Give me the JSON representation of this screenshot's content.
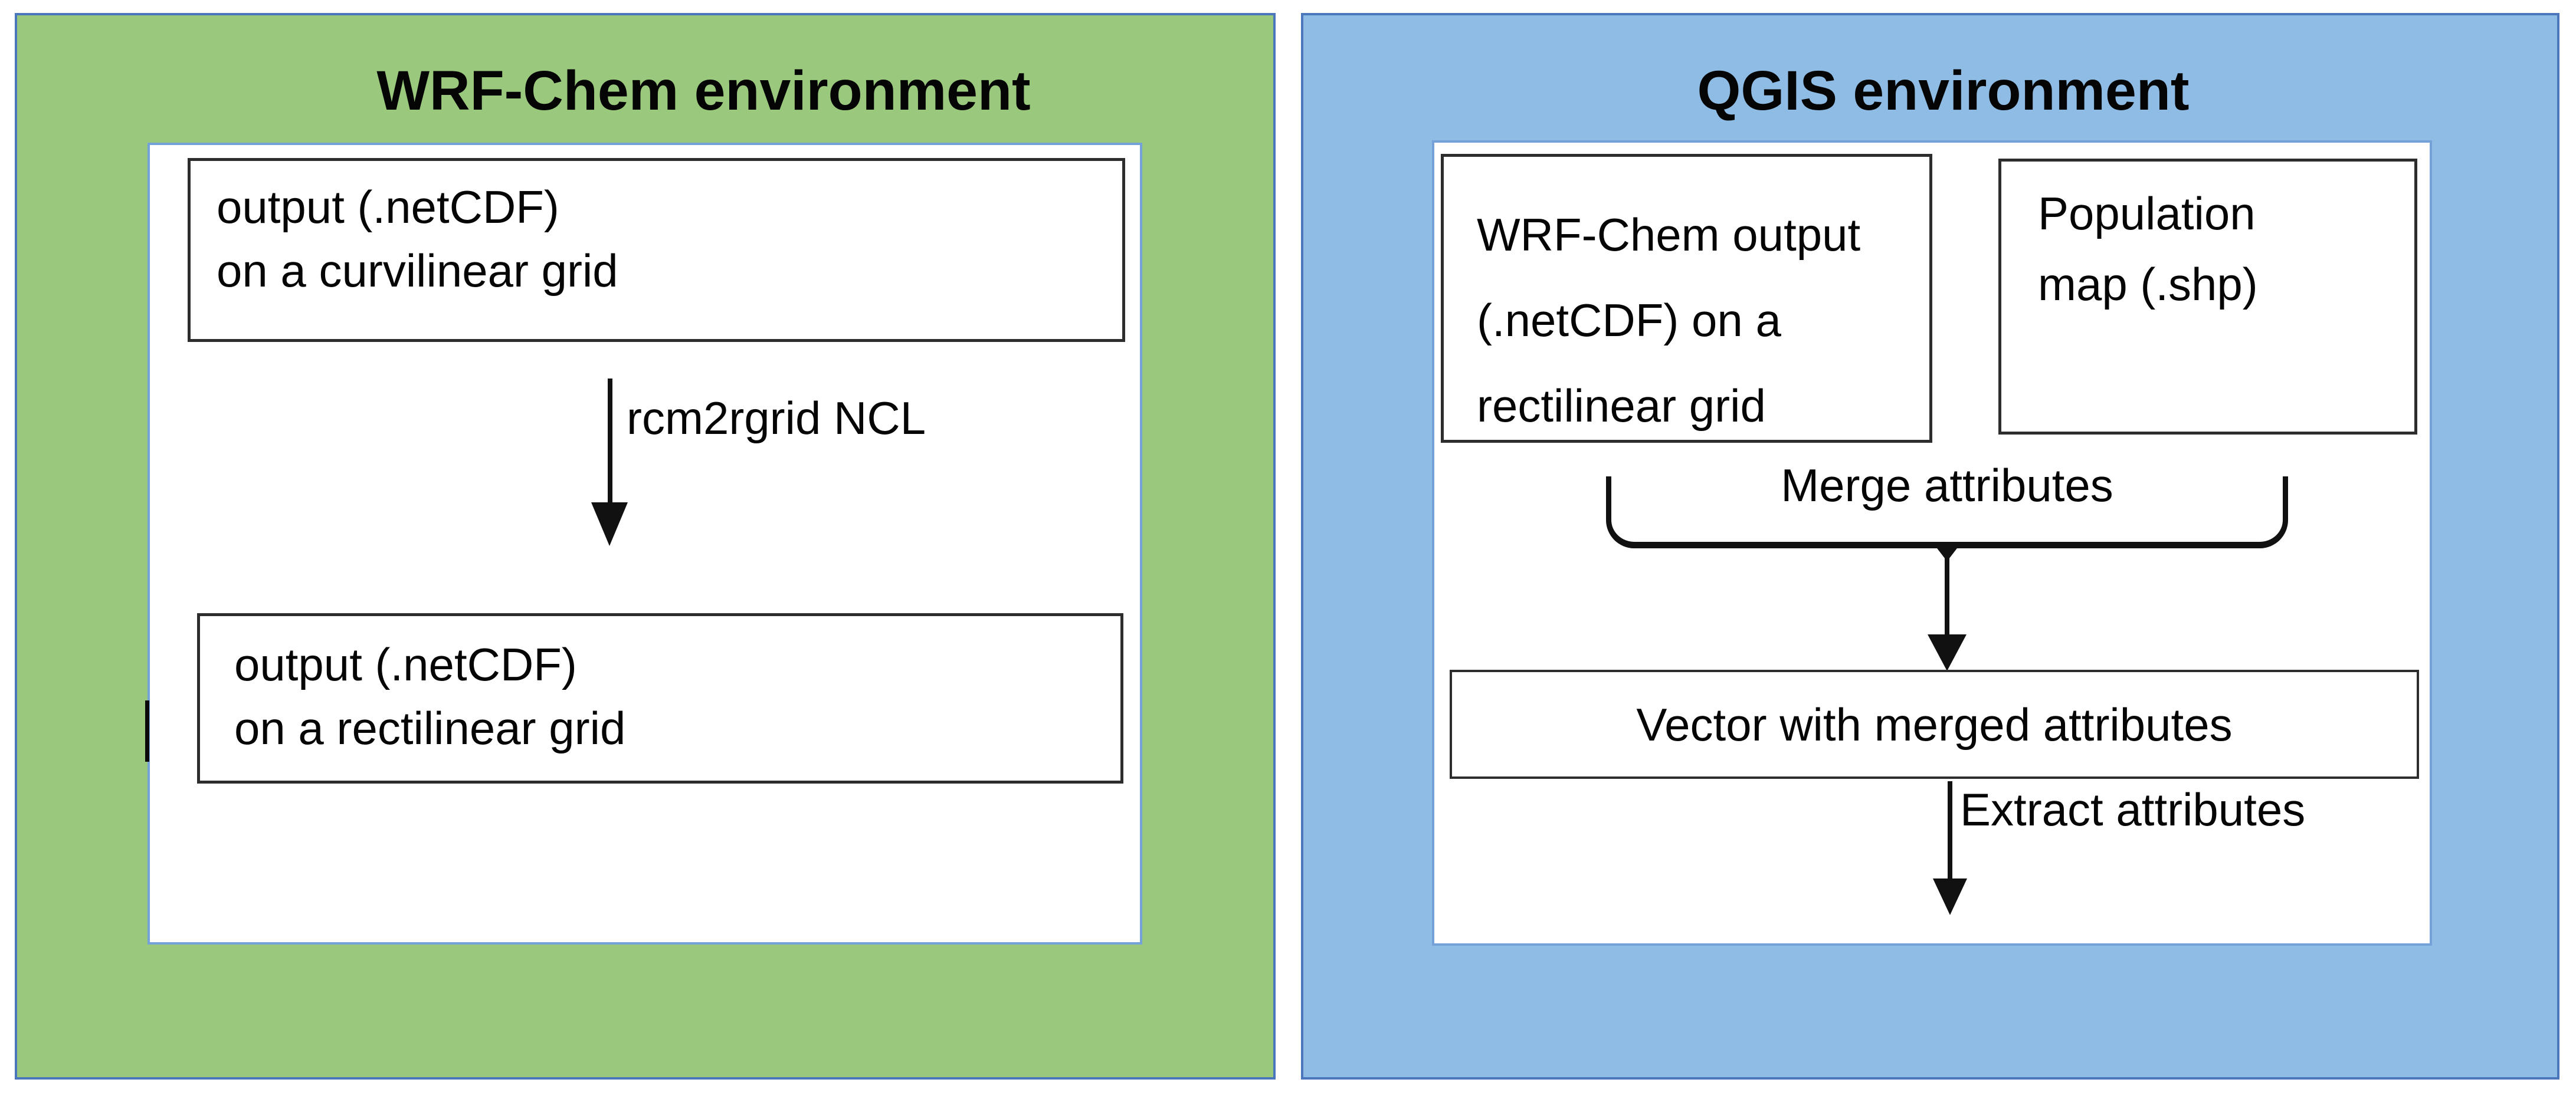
{
  "diagram": {
    "left_panel": {
      "title": "WRF-Chem environment",
      "top_box": {
        "line1": "output (.netCDF)",
        "line2": "on a curvilinear grid"
      },
      "arrow_label": "rcm2rgrid NCL",
      "bottom_box": {
        "line1": "output (.netCDF)",
        "line2": "on a rectilinear grid"
      }
    },
    "right_panel": {
      "title": "QGIS environment",
      "input_box_left": {
        "line1": "WRF-Chem output",
        "line2": "(.netCDF) on a",
        "line3": "rectilinear grid"
      },
      "input_box_right": {
        "line1": "Population",
        "line2": "map (.shp)"
      },
      "merge_label": "Merge attributes",
      "result_box": {
        "line1": "Vector with merged attributes"
      },
      "extract_label": "Extract attributes"
    },
    "colors": {
      "left_fill": "#9ac87c",
      "right_fill": "#8fbce4",
      "panel_border": "#4a77bc",
      "inner_border": "#74a2d8",
      "box_border": "#2d2d2d",
      "arrow_color": "#111111"
    }
  }
}
